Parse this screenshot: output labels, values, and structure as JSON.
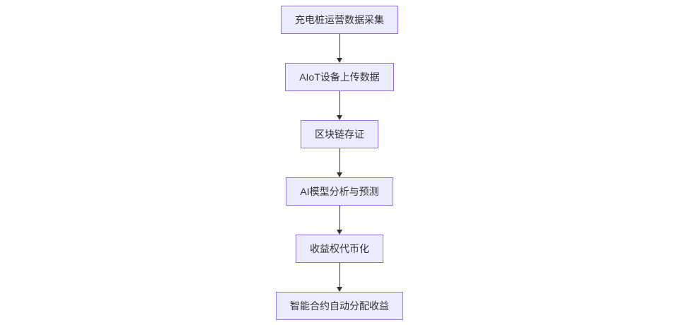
{
  "diagram": {
    "type": "flowchart",
    "direction": "top-down",
    "nodes": [
      {
        "id": "charging-data-collection",
        "label": "充电桩运营数据采集"
      },
      {
        "id": "aiot-upload",
        "label": "AIoT设备上传数据"
      },
      {
        "id": "blockchain-storage",
        "label": "区块链存证"
      },
      {
        "id": "ai-analysis",
        "label": "AI模型分析与预测"
      },
      {
        "id": "revenue-tokenization",
        "label": "收益权代币化"
      },
      {
        "id": "smart-contract-distribution",
        "label": "智能合约自动分配收益"
      }
    ],
    "edges": [
      {
        "from": "charging-data-collection",
        "to": "aiot-upload"
      },
      {
        "from": "aiot-upload",
        "to": "blockchain-storage"
      },
      {
        "from": "blockchain-storage",
        "to": "ai-analysis"
      },
      {
        "from": "ai-analysis",
        "to": "revenue-tokenization"
      },
      {
        "from": "revenue-tokenization",
        "to": "smart-contract-distribution"
      }
    ],
    "colors": {
      "node_fill": "#ECECFF",
      "node_border": "#9370DB",
      "text": "#333333",
      "arrow": "#333333",
      "background": "#ffffff"
    }
  }
}
